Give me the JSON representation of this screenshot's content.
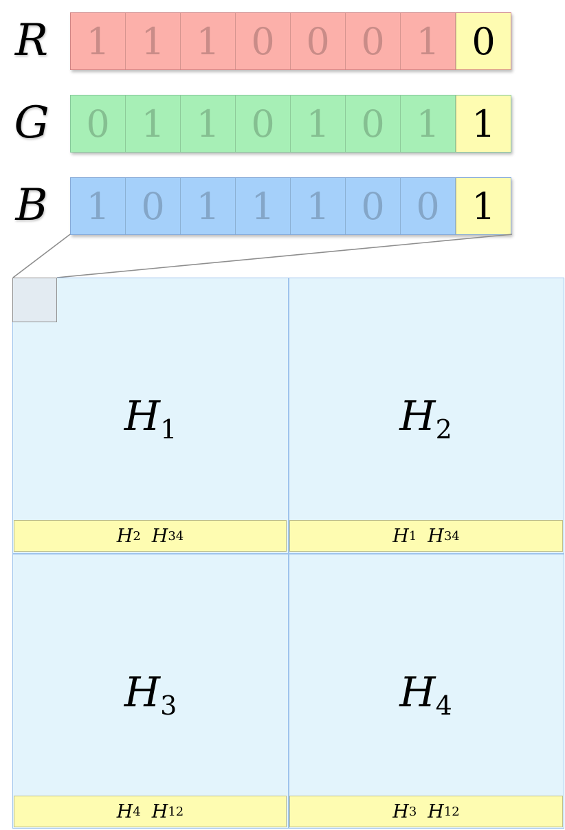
{
  "channels": [
    {
      "letter": "R",
      "bits": [
        "1",
        "1",
        "1",
        "0",
        "0",
        "0",
        "1",
        "0"
      ]
    },
    {
      "letter": "G",
      "bits": [
        "0",
        "1",
        "1",
        "0",
        "1",
        "0",
        "1",
        "1"
      ]
    },
    {
      "letter": "B",
      "bits": [
        "1",
        "0",
        "1",
        "1",
        "1",
        "0",
        "0",
        "1"
      ]
    }
  ],
  "quadrants": [
    {
      "label": "H",
      "sub": "1",
      "strip": [
        {
          "t": "H",
          "s": "2"
        },
        {
          "t": "H",
          "s": "34"
        }
      ]
    },
    {
      "label": "H",
      "sub": "2",
      "strip": [
        {
          "t": "H",
          "s": "1"
        },
        {
          "t": "H",
          "s": "34"
        }
      ]
    },
    {
      "label": "H",
      "sub": "3",
      "strip": [
        {
          "t": "H",
          "s": "4"
        },
        {
          "t": "H",
          "s": "12"
        }
      ]
    },
    {
      "label": "H",
      "sub": "4",
      "strip": [
        {
          "t": "H",
          "s": "3"
        },
        {
          "t": "H",
          "s": "12"
        }
      ]
    }
  ]
}
